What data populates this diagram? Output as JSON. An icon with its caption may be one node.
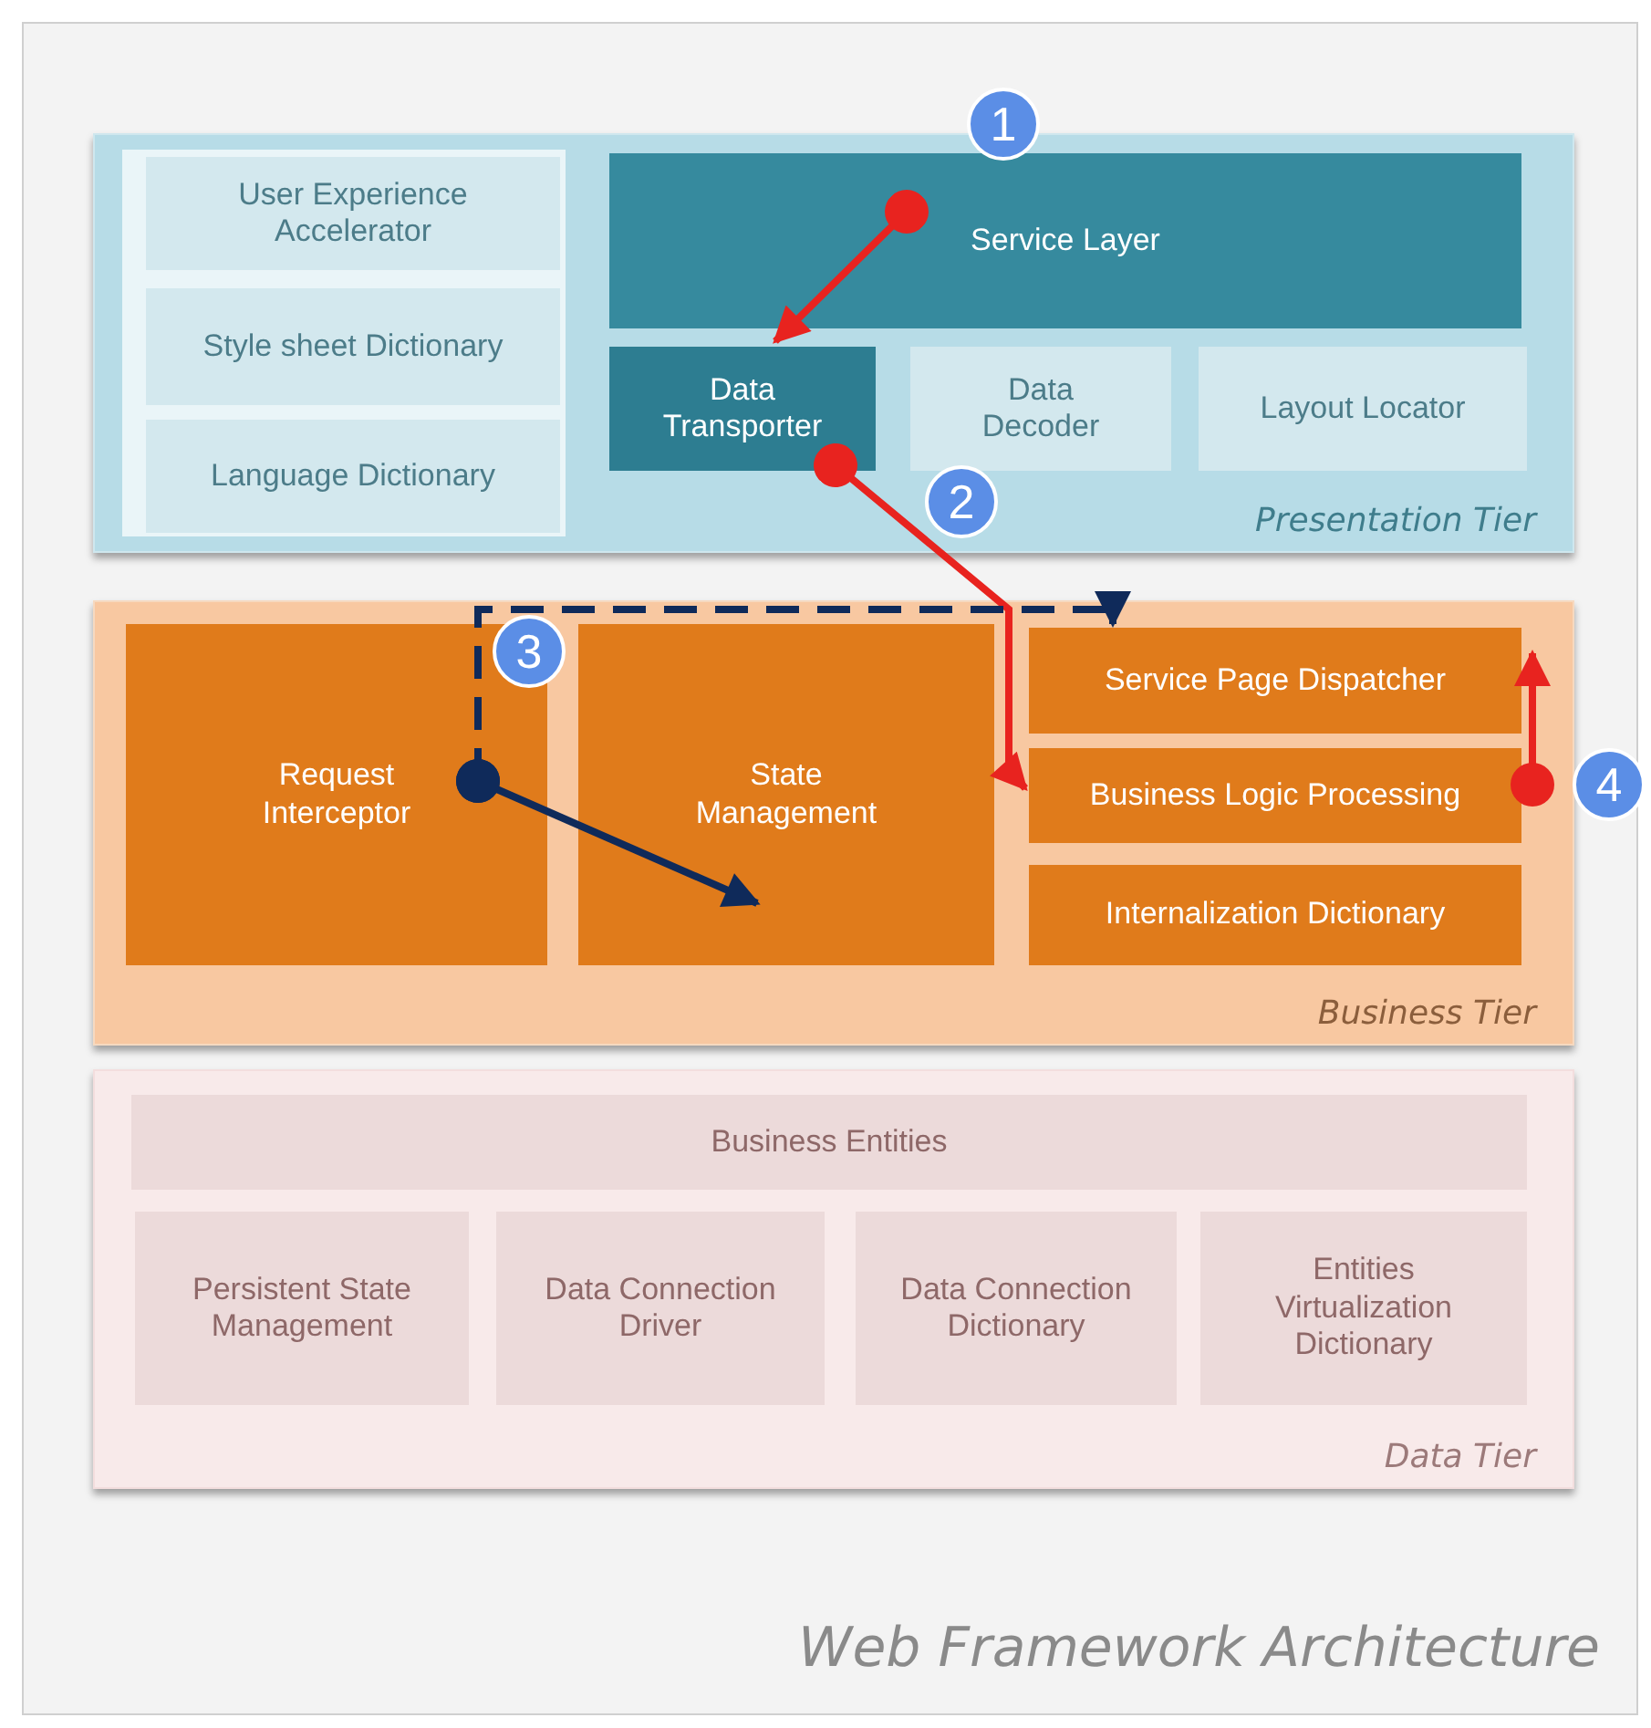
{
  "diagram": {
    "nodes": [
      {
        "text": [
          "Web Framework Architecture"
        ]
      },
      {
        "text": [
          "Presentation Tier"
        ],
        "in": 0
      },
      {
        "text": [
          "User Experience Accelerator"
        ],
        "in": 1
      },
      {
        "text": [
          "Style sheet Dictionary"
        ],
        "in": 1
      },
      {
        "text": [
          "Language Dictionary"
        ],
        "in": 1
      },
      {
        "text": [
          "Service Layer"
        ],
        "in": 1
      },
      {
        "text": [
          "Data Transporter"
        ],
        "in": 1
      },
      {
        "text": [
          "Data Decoder"
        ],
        "in": 1
      },
      {
        "text": [
          "Layout Locator"
        ],
        "in": 1
      },
      {
        "text": [
          "Business Tier"
        ],
        "in": 0
      },
      {
        "text": [
          "Request Interceptor"
        ],
        "in": 9
      },
      {
        "text": [
          "State Management"
        ],
        "in": 9
      },
      {
        "text": [
          "Service Page Dispatcher"
        ],
        "in": 9
      },
      {
        "text": [
          "Business Logic Processing"
        ],
        "in": 9
      },
      {
        "text": [
          "Internalization Dictionary"
        ],
        "in": 9
      },
      {
        "text": [
          "Data Tier"
        ],
        "in": 0
      },
      {
        "text": [
          "Business Entities"
        ],
        "in": 15
      },
      {
        "text": [
          "Persistent State Management"
        ],
        "in": 15
      },
      {
        "text": [
          "Data Connection Driver"
        ],
        "in": 15
      },
      {
        "text": [
          "Data Connection Dictionary"
        ],
        "in": 15
      },
      {
        "text": [
          "Entities Virtualization Dictionary"
        ],
        "in": 15
      }
    ],
    "edges": [
      {
        "from": 5,
        "to": 6,
        "arrow": "to"
      },
      {
        "from": 6,
        "to": 13,
        "arrow": "to"
      },
      {
        "from": 10,
        "to": 12,
        "arrow": "to",
        "style": "dashed",
        "color": "#0f2a5a"
      },
      {
        "from": 10,
        "to": 11,
        "arrow": "to",
        "color": "#0f2a5a"
      },
      {
        "from": 13,
        "to": 12,
        "arrow": "to"
      }
    ],
    "labels": [
      "1",
      "2",
      "3",
      "4"
    ]
  }
}
